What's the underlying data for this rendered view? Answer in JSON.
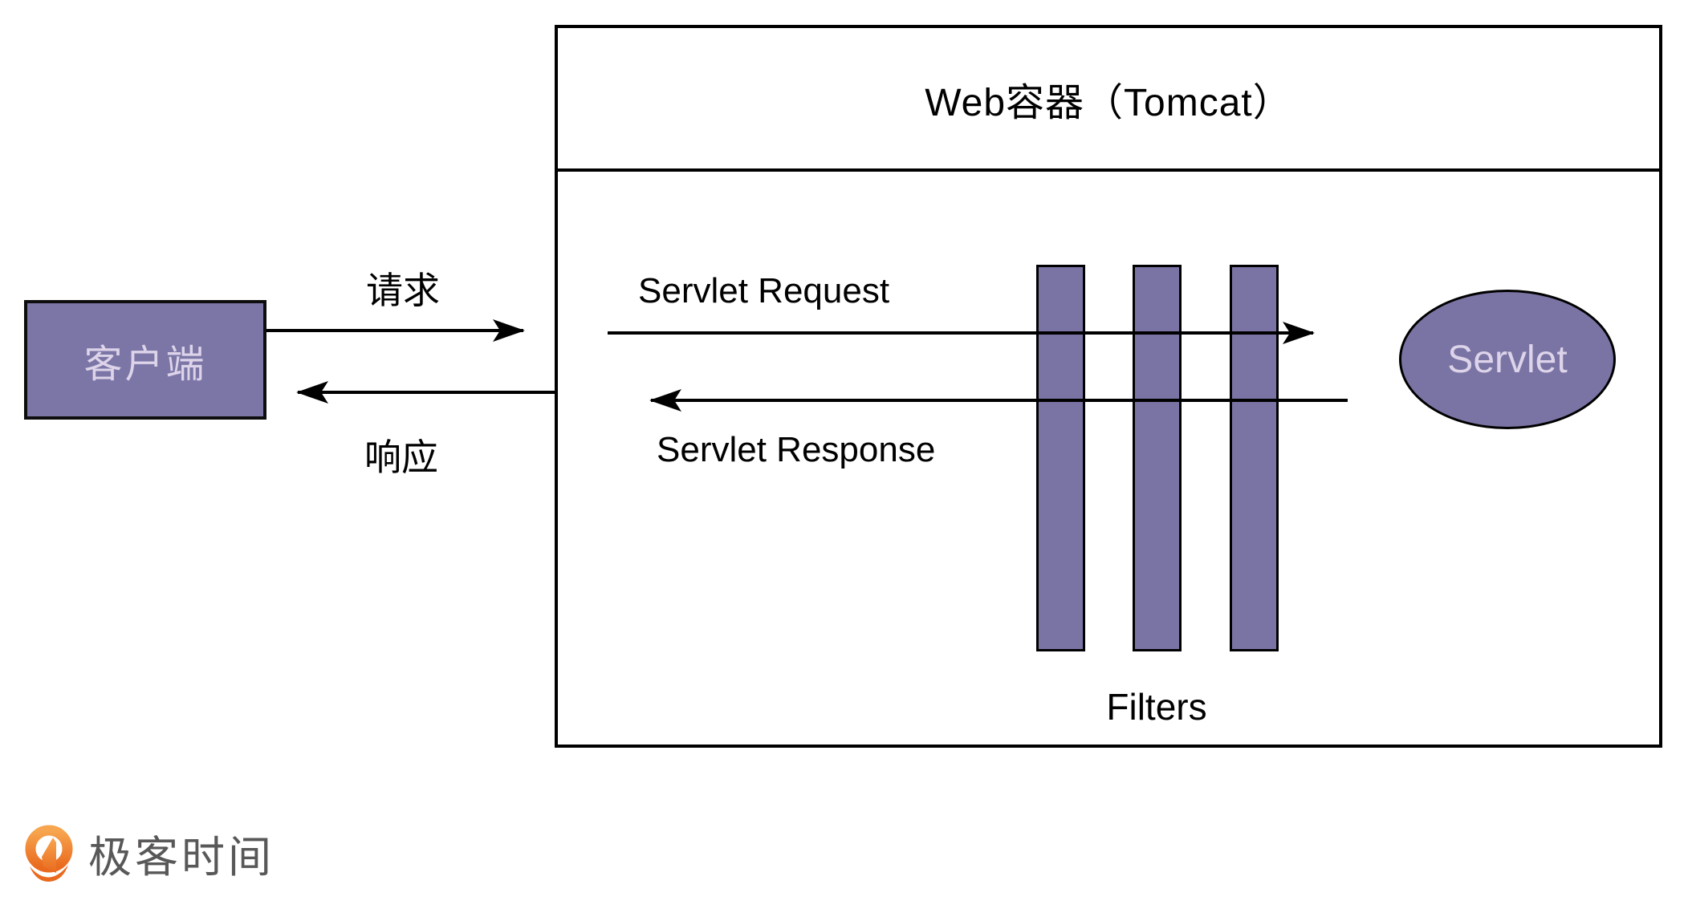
{
  "diagram": {
    "container_title": "Web容器（Tomcat）",
    "client_label": "客户端",
    "request_label": "请求",
    "response_label": "响应",
    "servlet_request_label": "Servlet Request",
    "servlet_response_label": "Servlet Response",
    "filters_label": "Filters",
    "filter_count": 3,
    "servlet_label": "Servlet"
  },
  "footer": {
    "brand_name": "极客时间",
    "brand_icon": "geektime-pin-icon"
  },
  "colors": {
    "node_fill": "#7A74A4",
    "client_fill": "#7B76A6",
    "node_text": "#DDD4EA",
    "line_color": "#000000",
    "brand_orange_top": "#F7A64F",
    "brand_orange_bottom": "#E96A1E",
    "brand_text_color": "#595757"
  }
}
